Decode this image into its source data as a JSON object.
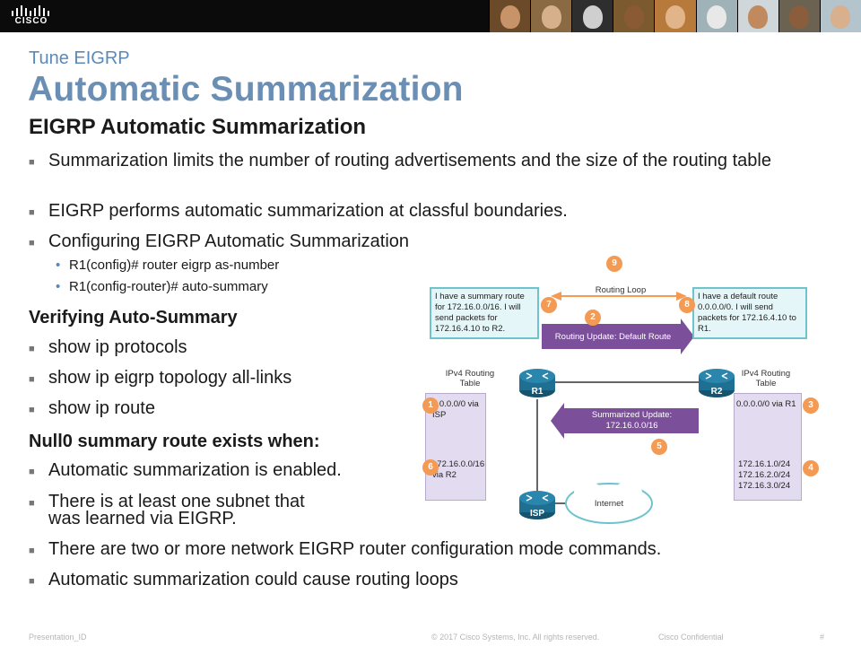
{
  "header": {
    "logo_text": "CISCO",
    "colors": {
      "banner": "#0b0b0b",
      "title": "#6b8fb4",
      "subtitle": "#5b8ab8"
    }
  },
  "slide": {
    "subtitle": "Tune EIGRP",
    "title": "Automatic Summarization",
    "heading_main": "EIGRP Automatic Summarization",
    "bullets_1": [
      "Summarization limits the number of routing advertisements and the size of the routing table",
      "EIGRP performs automatic summarization at classful boundaries.",
      "Configuring EIGRP Automatic Summarization"
    ],
    "subbullets": [
      "R1(config)# router eigrp as-number",
      "R1(config-router)# auto-summary"
    ],
    "heading_verify": "Verifying Auto-Summary",
    "verify_bullets": [
      "show ip protocols",
      "show ip eigrp topology all-links",
      "show ip route"
    ],
    "heading_null0": "Null0 summary route exists when:",
    "null0_bullets": [
      "Automatic summarization is enabled.",
      "There is at least one subnet that was learned via EIGRP.",
      "There are two or more network EIGRP router configuration mode commands.",
      "Automatic summarization could cause routing loops"
    ]
  },
  "diagram": {
    "routing_loop_label": "Routing Loop",
    "callout_left": "I have a summary route for 172.16.0.0/16. I will send packets for 172.16.4.10 to R2.",
    "callout_right": "I have a default route 0.0.0.0/0. I will send packets for 172.16.4.10 to R1.",
    "update_default": "Routing Update: Default Route",
    "update_summary": "Summarized Update:\n172.16.0.0/16",
    "table_title": "IPv4 Routing Table",
    "r1_label": "R1",
    "r2_label": "R2",
    "isp_label": "ISP",
    "internet_label": "Internet",
    "left_table": {
      "entry1": "0.0.0.0/0 via ISP",
      "entry2": "172.16.0.0/16 via R2"
    },
    "right_table": {
      "entry1": "0.0.0.0/0 via R1",
      "entry2": "172.16.1.0/24\n172.16.2.0/24\n172.16.3.0/24"
    },
    "numbers": [
      "1",
      "2",
      "3",
      "4",
      "5",
      "6",
      "7",
      "8",
      "9"
    ],
    "colors": {
      "router": "#1f6f93",
      "callout": "#6ec3cd",
      "purple": "#7b4f9a",
      "badge": "#f39a54"
    }
  },
  "footer": {
    "left": "Presentation_ID",
    "center": "© 2017 Cisco Systems, Inc. All rights reserved.",
    "right": "Cisco Confidential",
    "page": "#"
  }
}
